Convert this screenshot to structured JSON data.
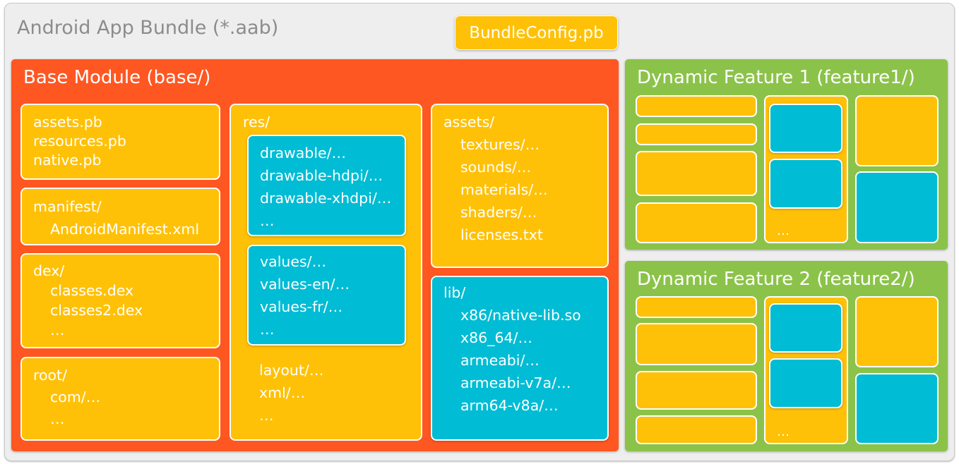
{
  "bundle": {
    "title": "Android App Bundle (*.aab)",
    "config_file": "BundleConfig.pb"
  },
  "base": {
    "title": "Base Module (base/)",
    "protos": [
      "assets.pb",
      "resources.pb",
      "native.pb"
    ],
    "manifest": {
      "dir": "manifest/",
      "file": "AndroidManifest.xml"
    },
    "dex": {
      "dir": "dex/",
      "files": [
        "classes.dex",
        "classes2.dex",
        "…"
      ]
    },
    "root": {
      "dir": "root/",
      "items": [
        "com/…",
        "…"
      ]
    },
    "res": {
      "dir": "res/",
      "drawable": [
        "drawable/…",
        "drawable-hdpi/…",
        "drawable-xhdpi/…",
        "…"
      ],
      "values": [
        "values/…",
        "values-en/…",
        "values-fr/…",
        "…"
      ],
      "other": [
        "layout/…",
        "xml/…",
        "…"
      ]
    },
    "assets": {
      "dir": "assets/",
      "items": [
        "textures/…",
        "sounds/…",
        "materials/…",
        "shaders/…",
        "licenses.txt"
      ]
    },
    "lib": {
      "dir": "lib/",
      "items": [
        "x86/native-lib.so",
        "x86_64/…",
        "armeabi/…",
        "armeabi-v7a/…",
        "arm64-v8a/…"
      ]
    }
  },
  "feature1": {
    "title": "Dynamic Feature 1 (feature1/)",
    "ellipsis": "…"
  },
  "feature2": {
    "title": "Dynamic Feature 2 (feature2/)",
    "ellipsis": "…"
  },
  "colors": {
    "bundle_bg": "#eeeeee",
    "base_module": "#ff5722",
    "feature_module": "#8bc34a",
    "yellow_box": "#ffc107",
    "blue_box": "#00bcd4"
  }
}
